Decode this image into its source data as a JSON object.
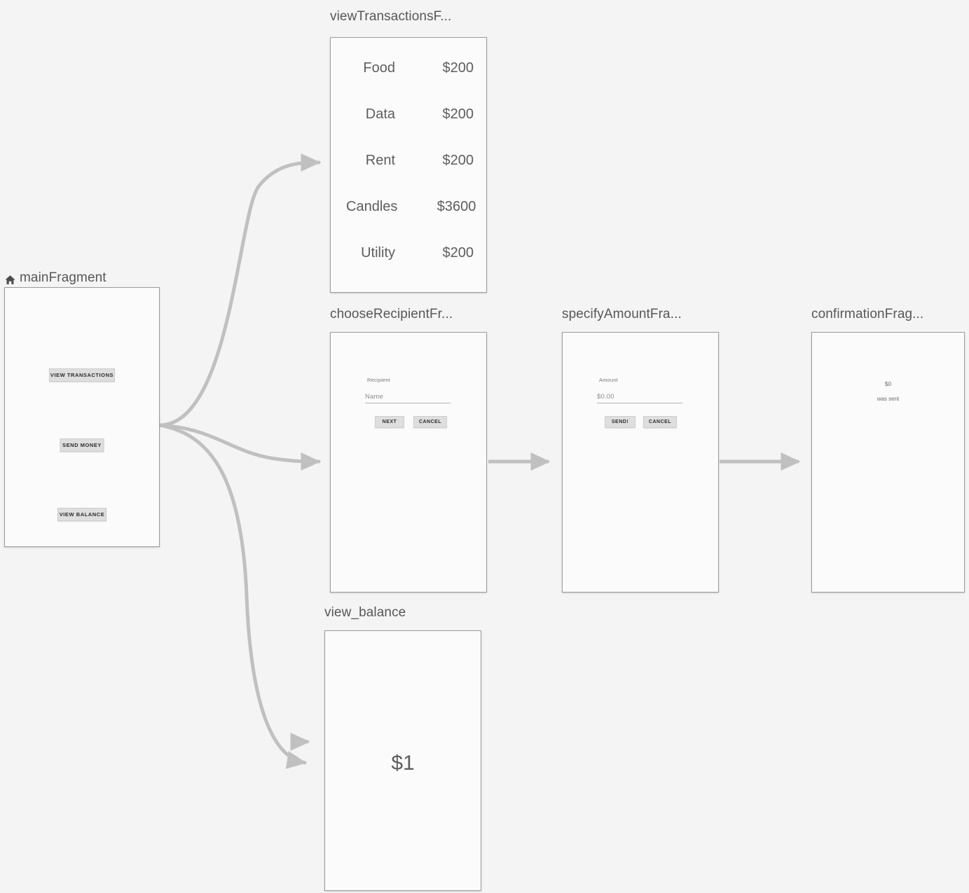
{
  "canvas": {
    "background": "#f4f4f4",
    "edge_color": "#c0c0c0",
    "node_border_color": "#9d9d9d",
    "node_fill_color": "#fbfbfb",
    "title_color": "#575757"
  },
  "nodes": {
    "main": {
      "title": "mainFragment",
      "icon": "home-icon",
      "is_start_destination": true,
      "buttons": [
        {
          "label": "VIEW TRANSACTIONS"
        },
        {
          "label": "SEND MONEY"
        },
        {
          "label": "VIEW BALANCE"
        }
      ]
    },
    "view_transactions": {
      "title": "viewTransactionsF...",
      "full_title": "viewTransactionsFragment",
      "transactions": [
        {
          "name": "Food",
          "amount": "$200"
        },
        {
          "name": "Data",
          "amount": "$200"
        },
        {
          "name": "Rent",
          "amount": "$200"
        },
        {
          "name": "Candles",
          "amount": "$3600"
        },
        {
          "name": "Utility",
          "amount": "$200"
        }
      ]
    },
    "choose_recipient": {
      "title": "chooseRecipientFr...",
      "full_title": "chooseRecipientFragment",
      "field_label": "Recipient",
      "field_placeholder": "Name",
      "primary_button": "NEXT",
      "secondary_button": "CANCEL"
    },
    "specify_amount": {
      "title": "specifyAmountFra...",
      "full_title": "specifyAmountFragment",
      "field_label": "Amount",
      "field_value": "$0.00",
      "primary_button": "SEND!",
      "secondary_button": "CANCEL"
    },
    "confirmation": {
      "title": "confirmationFrag...",
      "full_title": "confirmationFragment",
      "amount": "$0",
      "message": "was sent"
    },
    "view_balance": {
      "title": "view_balance",
      "balance": "$1"
    }
  }
}
